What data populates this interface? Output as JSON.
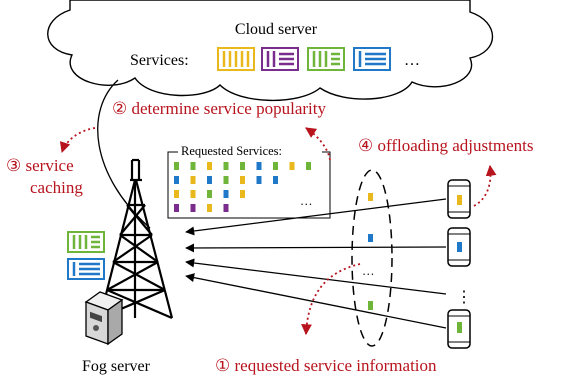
{
  "colors": {
    "yellow": "#e8b81c",
    "purple": "#7b2d8e",
    "green": "#6fb53a",
    "blue": "#1f78c8",
    "red": "#b8141e"
  },
  "labels": {
    "cloud_server": "Cloud server",
    "services": "Services:",
    "services_ellipsis": "…",
    "requested_services": "Requested Services:",
    "requested_ellipsis": "…",
    "fog_server": "Fog server",
    "step1": "① requested service information",
    "step2": "② determine service popularity",
    "step3_line1": "③ service",
    "step3_line2": "caching",
    "step4": "④ offloading adjustments",
    "inner_ellipsis": "…",
    "devices_ellipsis": "⋮"
  },
  "requested_grid": [
    [
      "green",
      "green",
      "yellow",
      "green",
      "green",
      "blue",
      "green",
      "yellow",
      "green"
    ],
    [
      "blue",
      "yellow",
      "blue",
      "green",
      "yellow",
      "blue",
      "blue"
    ],
    [
      "yellow",
      "yellow",
      "green",
      "blue",
      "yellow"
    ],
    [
      "purple",
      "purple",
      "yellow",
      "purple"
    ]
  ],
  "icons": [
    "cloud-icon",
    "cell-tower-icon",
    "fog-server-icon",
    "smartphone-icon"
  ]
}
